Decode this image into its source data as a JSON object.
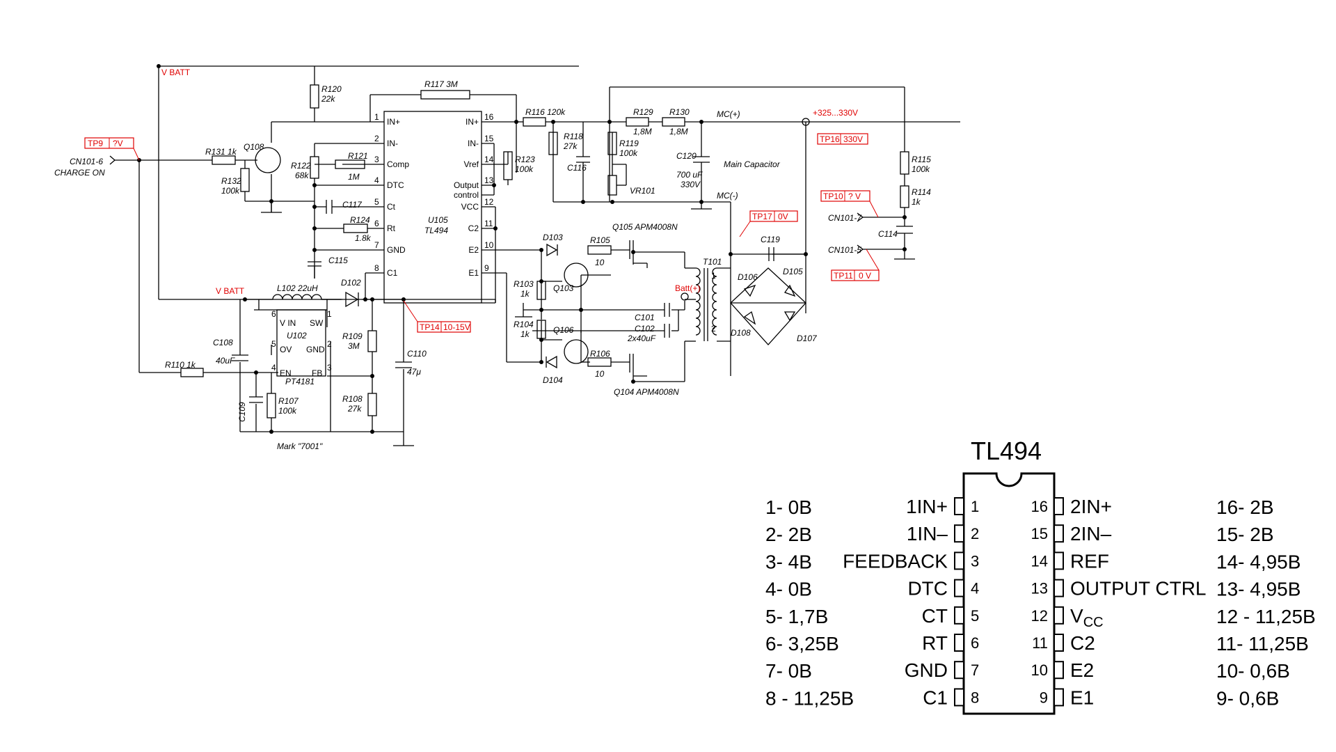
{
  "schematic": {
    "nets": {
      "vbatt_top": "V BATT",
      "vbatt_mid": "V BATT",
      "cn101_6": "CN101-6",
      "charge_on": "CHARGE ON",
      "cn101_7": "CN101-7",
      "cn101_5": "CN101-5",
      "mc_plus": "MC(+)",
      "mc_minus": "MC(-)",
      "hv": "+325...330V",
      "batt_plus": "Batt(+)",
      "main_cap": "Main Capacitor",
      "mark": "Mark \"7001\""
    },
    "testpoints": {
      "tp9": "TP9",
      "tp9_v": "?V",
      "tp14": "TP14",
      "tp14_v": "10-15V",
      "tp16": "TP16",
      "tp16_v": "330V",
      "tp17": "TP17",
      "tp17_v": "0V",
      "tp10": "TP10",
      "tp10_v": "? V",
      "tp11": "TP11",
      "tp11_v": "0 V"
    },
    "components": {
      "r117": "R117 3M",
      "r120": "R120",
      "r120_v": "22k",
      "r131": "R131 1k",
      "q108": "Q108",
      "r132": "R132",
      "r132_v": "100k",
      "r122": "R122",
      "r122_v": "68k",
      "r121": "R121",
      "r121_v": "1M",
      "c117": "C117",
      "r124": "R124",
      "r124_v": "1.8k",
      "c115": "C115",
      "u105": "U105",
      "tl494": "TL494",
      "r116": "R116 120k",
      "r118": "R118",
      "r118_v": "27k",
      "c116": "C116",
      "r119": "R119",
      "r119_v": "100k",
      "vr101": "VR101",
      "r129": "R129",
      "r129_v": "1,8M",
      "r130": "R130",
      "r130_v": "1,8M",
      "c120": "C120",
      "c120_v1": "700 uF",
      "c120_v2": "330V",
      "r123": "R123",
      "r123_v": "100k",
      "r115": "R115",
      "r115_v": "100k",
      "r114": "R114",
      "r114_v": "1k",
      "c114": "C114",
      "c119": "C119",
      "d103": "D103",
      "r105": "R105",
      "r105_v": "10",
      "q105": "Q105 APM4008N",
      "q103": "Q103",
      "r103": "R103",
      "r103_v": "1k",
      "r104": "R104",
      "r104_v": "1k",
      "q106": "Q106",
      "d104": "D104",
      "r106": "R106",
      "r106_v": "10",
      "q104": "Q104 APM4008N",
      "c101": "C101",
      "c102": "C102",
      "c10x_v": "2x40uF",
      "t101": "T101",
      "d106": "D106",
      "d105": "D105",
      "d108": "D108",
      "d107": "D107",
      "l102": "L102 22uH",
      "d102": "D102",
      "u102": "U102",
      "pt4181": "PT4181",
      "c108": "C108",
      "c108_v": "40uF",
      "r110": "R110 1k",
      "c109": "C109",
      "r107": "R107",
      "r107_v": "100k",
      "r109": "R109",
      "r109_v": "3M",
      "r108": "R108",
      "r108_v": "27k",
      "c110": "C110",
      "c110_v": "47μ"
    },
    "u105_pins_left": [
      {
        "num": "1",
        "name": "IN+"
      },
      {
        "num": "2",
        "name": "IN-"
      },
      {
        "num": "3",
        "name": "Comp"
      },
      {
        "num": "4",
        "name": "DTC"
      },
      {
        "num": "5",
        "name": "Ct"
      },
      {
        "num": "6",
        "name": "Rt"
      },
      {
        "num": "7",
        "name": "GND"
      },
      {
        "num": "8",
        "name": "C1"
      }
    ],
    "u105_pins_right": [
      {
        "num": "16",
        "name": "IN+"
      },
      {
        "num": "15",
        "name": "IN-"
      },
      {
        "num": "14",
        "name": "Vref"
      },
      {
        "num": "13",
        "name": "Output"
      },
      {
        "num": "",
        "name": "control"
      },
      {
        "num": "12",
        "name": "VCC"
      },
      {
        "num": "11",
        "name": "C2"
      },
      {
        "num": "10",
        "name": "E2"
      },
      {
        "num": "9",
        "name": "E1"
      }
    ],
    "u102_pins": {
      "p6": "6",
      "vin": "V IN",
      "p1": "1",
      "sw": "SW",
      "p5": "5",
      "ov": "OV",
      "p2": "2",
      "gnd": "GND",
      "p4": "4",
      "en": "EN",
      "fb": "FB",
      "p3": "3"
    },
    "t101_pins": {
      "p1": "1",
      "p2": "2"
    }
  },
  "pinout": {
    "title": "TL494",
    "left": [
      {
        "num": "1",
        "name": "1IN+",
        "voltage": "1- 0B"
      },
      {
        "num": "2",
        "name": "1IN–",
        "voltage": "2- 2B"
      },
      {
        "num": "3",
        "name": "FEEDBACK",
        "voltage": "3- 4B"
      },
      {
        "num": "4",
        "name": "DTC",
        "voltage": "4- 0B"
      },
      {
        "num": "5",
        "name": "CT",
        "voltage": "5- 1,7B"
      },
      {
        "num": "6",
        "name": "RT",
        "voltage": "6- 3,25B"
      },
      {
        "num": "7",
        "name": "GND",
        "voltage": "7- 0B"
      },
      {
        "num": "8",
        "name": "C1",
        "voltage": "8 - 11,25B"
      }
    ],
    "right": [
      {
        "num": "16",
        "name": "2IN+",
        "voltage": "16- 2B"
      },
      {
        "num": "15",
        "name": "2IN–",
        "voltage": "15- 2B"
      },
      {
        "num": "14",
        "name": "REF",
        "voltage": "14- 4,95B"
      },
      {
        "num": "13",
        "name": "OUTPUT CTRL",
        "voltage": "13- 4,95B"
      },
      {
        "num": "12",
        "name": "V",
        "sub": "CC",
        "voltage": "12 - 11,25B"
      },
      {
        "num": "11",
        "name": "C2",
        "voltage": "11- 11,25B"
      },
      {
        "num": "10",
        "name": "E2",
        "voltage": "10- 0,6B"
      },
      {
        "num": "9",
        "name": "E1",
        "voltage": "9- 0,6B"
      }
    ]
  }
}
